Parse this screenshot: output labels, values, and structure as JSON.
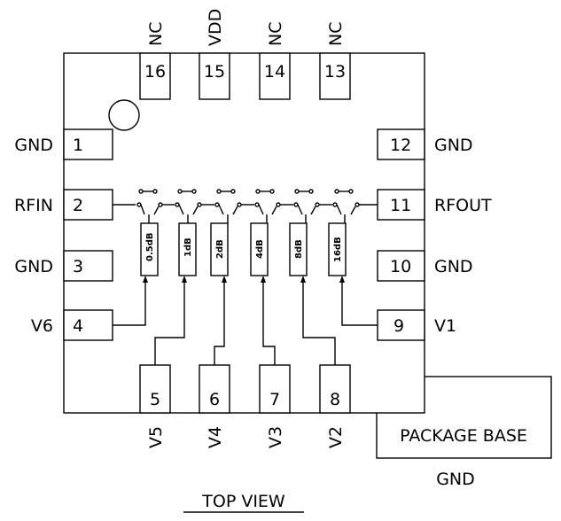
{
  "pins": {
    "p1": {
      "num": "1",
      "label": "GND"
    },
    "p2": {
      "num": "2",
      "label": "RFIN"
    },
    "p3": {
      "num": "3",
      "label": "GND"
    },
    "p4": {
      "num": "4",
      "label": "V6"
    },
    "p5": {
      "num": "5",
      "label": "V5"
    },
    "p6": {
      "num": "6",
      "label": "V4"
    },
    "p7": {
      "num": "7",
      "label": "V3"
    },
    "p8": {
      "num": "8",
      "label": "V2"
    },
    "p9": {
      "num": "9",
      "label": "V1"
    },
    "p10": {
      "num": "10",
      "label": "GND"
    },
    "p11": {
      "num": "11",
      "label": "RFOUT"
    },
    "p12": {
      "num": "12",
      "label": "GND"
    },
    "p13": {
      "num": "13",
      "label": "NC"
    },
    "p14": {
      "num": "14",
      "label": "NC"
    },
    "p15": {
      "num": "15",
      "label": "VDD"
    },
    "p16": {
      "num": "16",
      "label": "NC"
    }
  },
  "attenuators": {
    "a1": "0.5dB",
    "a2": "1dB",
    "a3": "2dB",
    "a4": "4dB",
    "a5": "8dB",
    "a6": "16dB"
  },
  "package_base": {
    "label": "PACKAGE BASE",
    "ground": "GND"
  },
  "view_label": "TOP VIEW"
}
